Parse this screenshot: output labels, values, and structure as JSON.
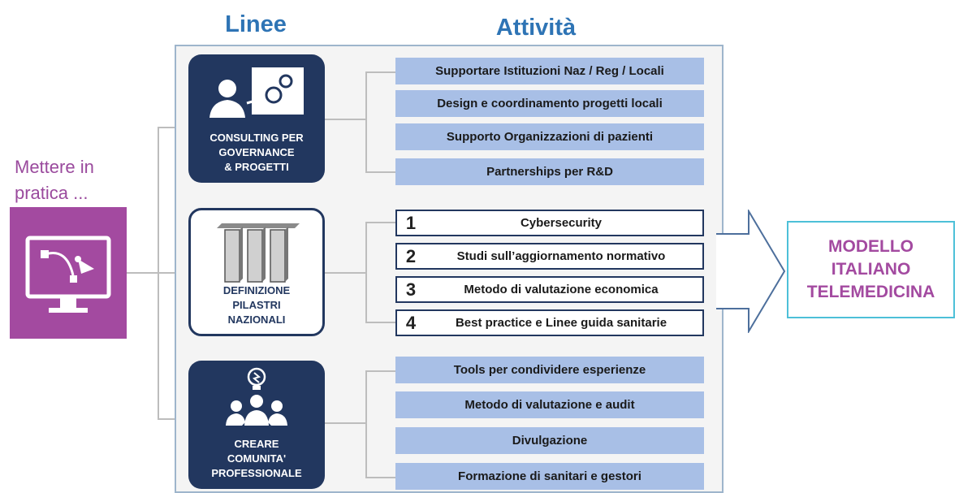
{
  "columns": {
    "linee": "Linee",
    "attivita": "Attività"
  },
  "lead": {
    "line1": "Mettere in",
    "line2": "pratica ..."
  },
  "categories": [
    {
      "label_lines": [
        "CONSULTING PER",
        "GOVERNANCE",
        "& PROGETTI"
      ],
      "icon": "consultant-gears-icon"
    },
    {
      "label_lines": [
        "DEFINIZIONE",
        "PILASTRI",
        "NAZIONALI"
      ],
      "icon": "pillars-icon"
    },
    {
      "label_lines": [
        "CREARE",
        "COMUNITA'",
        "PROFESSIONALE"
      ],
      "icon": "community-lightbulb-icon"
    }
  ],
  "activities_top": [
    "Supportare Istituzioni Naz / Reg / Locali",
    "Design e coordinamento progetti locali",
    "Supporto Organizzazioni di pazienti",
    "Partnerships per R&D"
  ],
  "activities_mid": [
    {
      "n": "1",
      "text": "Cybersecurity"
    },
    {
      "n": "2",
      "text": "Studi sull’aggiornamento normativo"
    },
    {
      "n": "3",
      "text": "Metodo di valutazione economica"
    },
    {
      "n": "4",
      "text": "Best practice e Linee guida sanitarie"
    }
  ],
  "activities_bottom": [
    "Tools per condividere esperienze",
    "Metodo di valutazione e audit",
    "Divulgazione",
    "Formazione di sanitari e gestori"
  ],
  "result": {
    "line1": "MODELLO",
    "line2": "ITALIANO",
    "line3": "TELEMEDICINA"
  },
  "colors": {
    "accent_blue": "#2e74b5",
    "purple": "#a34aa0",
    "navy": "#22375f",
    "activity_fill": "#a8bfe6",
    "cyan": "#4dc0d8"
  }
}
